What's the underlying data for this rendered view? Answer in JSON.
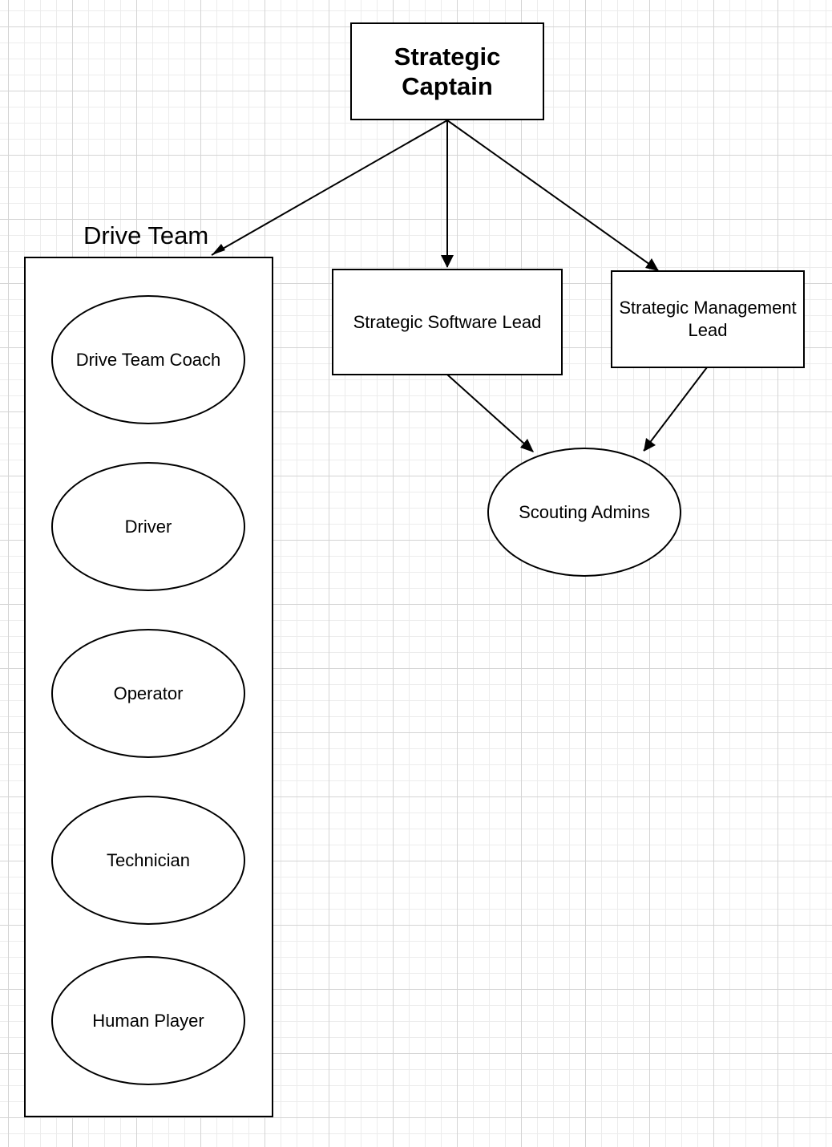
{
  "diagram": {
    "nodes": {
      "strategic_captain": {
        "label": "Strategic Captain"
      },
      "software_lead": {
        "label": "Strategic Software Lead"
      },
      "management_lead": {
        "label": "Strategic Management Lead"
      },
      "scouting_admins": {
        "label": "Scouting Admins"
      }
    },
    "drive_team": {
      "title": "Drive Team",
      "members": [
        {
          "label": "Drive Team Coach"
        },
        {
          "label": "Driver"
        },
        {
          "label": "Operator"
        },
        {
          "label": "Technician"
        },
        {
          "label": "Human Player"
        }
      ]
    },
    "edges": [
      {
        "from": "Strategic Captain",
        "to": "Drive Team"
      },
      {
        "from": "Strategic Captain",
        "to": "Strategic Software Lead"
      },
      {
        "from": "Strategic Captain",
        "to": "Strategic Management Lead"
      },
      {
        "from": "Strategic Software Lead",
        "to": "Scouting Admins"
      },
      {
        "from": "Strategic Management Lead",
        "to": "Scouting Admins"
      }
    ]
  }
}
